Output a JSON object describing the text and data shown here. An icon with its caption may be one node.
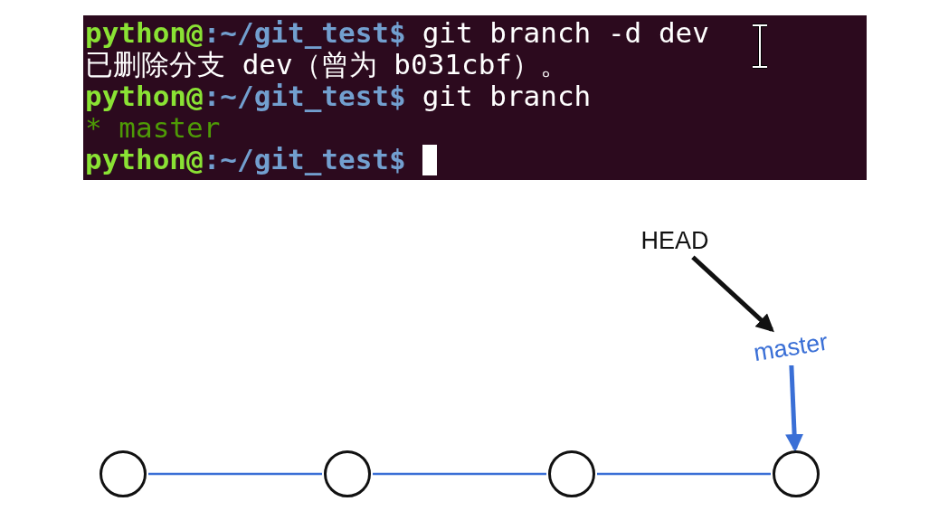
{
  "diagram": {
    "nodes": [
      {
        "text": [
          "HEAD"
        ]
      },
      {
        "text": [
          "master"
        ]
      },
      {
        "text": [],
        "shape": "circle"
      },
      {
        "text": [],
        "shape": "circle"
      },
      {
        "text": [],
        "shape": "circle"
      },
      {
        "text": [],
        "shape": "circle"
      }
    ],
    "edges": [
      {
        "from": 0,
        "to": 1,
        "arrow": "to",
        "style": "thick",
        "color": "#111111"
      },
      {
        "from": 1,
        "to": 5,
        "arrow": "to",
        "style": "thick"
      },
      {
        "from": 2,
        "to": 3,
        "arrow": "none"
      },
      {
        "from": 3,
        "to": 4,
        "arrow": "none"
      },
      {
        "from": 4,
        "to": 5,
        "arrow": "none"
      }
    ],
    "labels": [
      "python@",
      ":~/git_test$",
      "git branch -d dev",
      "已删除分支 dev（曾为 b031cbf）。",
      "python@",
      ":~/git_test$",
      "git branch",
      "* master",
      "python@",
      ":~/git_test$"
    ]
  }
}
